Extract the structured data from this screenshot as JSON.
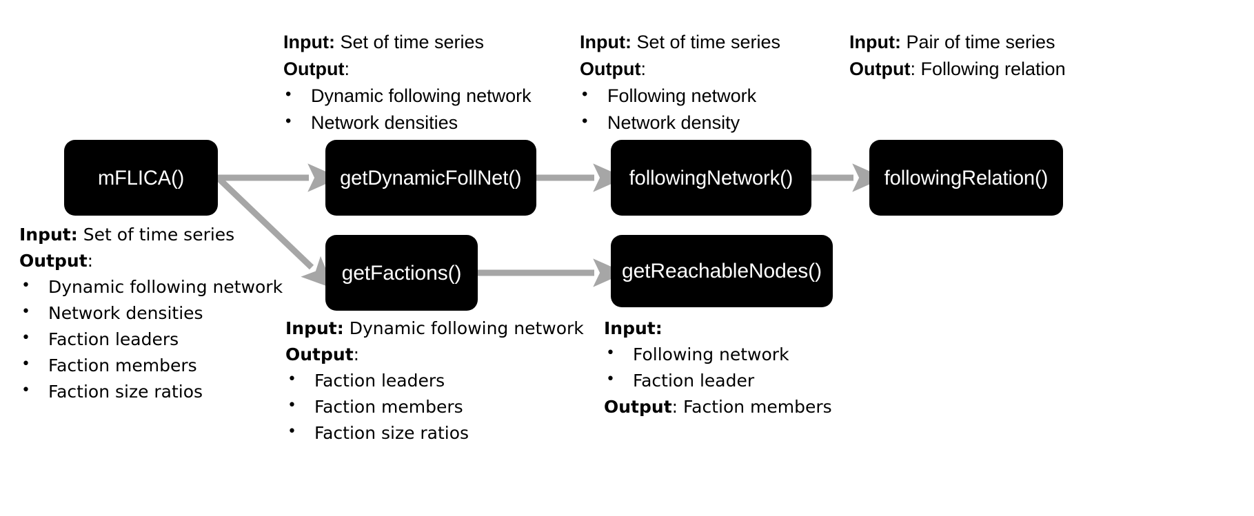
{
  "meta": {
    "title": "mFLICA package function pipeline",
    "arrow_color": "#A6A6A6",
    "node_fill": "#000000",
    "node_text_color": "#FFFFFF",
    "background": "#FFFFFF"
  },
  "nodes": {
    "mflica": "mFLICA()",
    "get_dynamic_foll_net": "getDynamicFollNet()",
    "following_network": "followingNetwork()",
    "following_relation": "followingRelation()",
    "get_factions": "getFactions()",
    "get_reachable_nodes": "getReachableNodes()"
  },
  "labels": {
    "input": "Input:",
    "output": "Output:",
    "output_plain": "Output"
  },
  "notes": {
    "dynamic_foll_net": {
      "input_label": "Input:",
      "input_value": "Set of time series",
      "output_label": "Output",
      "output_suffix": ":",
      "bullets": [
        "Dynamic following network",
        "Network densities"
      ]
    },
    "following_network": {
      "input_label": "Input:",
      "input_value": "Set of time series",
      "output_label": "Output",
      "output_suffix": ":",
      "bullets": [
        "Following network",
        "Network density"
      ]
    },
    "following_relation": {
      "input_label": "Input:",
      "input_value": "Pair of time series",
      "output_label": "Output",
      "output_suffix": ":",
      "output_value": " Following relation",
      "bullets": []
    },
    "mflica": {
      "input_label": "Input:",
      "input_value": "Set of time series",
      "output_label": "Output",
      "output_suffix": ":",
      "bullets": [
        "Dynamic following network",
        "Network densities",
        "Faction leaders",
        "Faction members",
        "Faction size ratios"
      ]
    },
    "get_factions": {
      "input_label": "Input:",
      "input_value": "Dynamic following network",
      "output_label": "Output",
      "output_suffix": ":",
      "bullets": [
        "Faction leaders",
        "Faction members",
        "Faction size ratios"
      ]
    },
    "get_reachable_nodes": {
      "input_label": "Input:",
      "input_value": "",
      "bullets": [
        "Following network",
        "Faction leader"
      ],
      "output_label": "Output",
      "output_suffix": ":",
      "output_value": " Faction members"
    }
  },
  "edges": [
    {
      "name": "mflica-to-getdynamicfollnet",
      "from": "mFLICA()",
      "to": "getDynamicFollNet()"
    },
    {
      "name": "mflica-to-getfactions",
      "from": "mFLICA()",
      "to": "getFactions()"
    },
    {
      "name": "getdynamicfollnet-to-followingnetwork",
      "from": "getDynamicFollNet()",
      "to": "followingNetwork()"
    },
    {
      "name": "followingnetwork-to-followingrelation",
      "from": "followingNetwork()",
      "to": "followingRelation()"
    },
    {
      "name": "getfactions-to-getreachablenodes",
      "from": "getFactions()",
      "to": "getReachableNodes()"
    }
  ]
}
